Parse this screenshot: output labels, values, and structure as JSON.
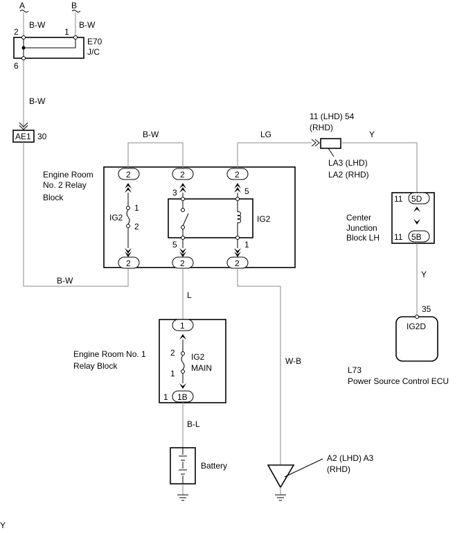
{
  "wires": {
    "a_label": "A",
    "b_label": "B",
    "bw_top_left": "B-W",
    "bw_top_right": "B-W",
    "bw_mid_left": "B-W",
    "bw_relay_top": "B-W",
    "bw_bottom_left": "B-W",
    "lg": "LG",
    "y_top": "Y",
    "y_right": "Y",
    "l": "L",
    "wb": "W-B",
    "bl": "B-L"
  },
  "jc": {
    "name": "E70",
    "sub": "J/C",
    "pin_left": "2",
    "pin_right": "1",
    "pin_bottom": "6"
  },
  "connector_ae1": {
    "label": "AE1",
    "pin": "30"
  },
  "relay2": {
    "title_line1": "Engine Room",
    "title_line2": "No. 2 Relay",
    "title_line3": "Block",
    "top_pins": [
      "2",
      "2",
      "2"
    ],
    "bottom_pins": [
      "2",
      "2",
      "2"
    ],
    "fuse_label": "IG2",
    "fuse_pin_top": "1",
    "fuse_pin_bottom": "2",
    "relay_label": "IG2",
    "relay_pin_tl": "3",
    "relay_pin_tr": "5",
    "relay_pin_bl": "5",
    "relay_pin_br": "1"
  },
  "connector_la3": {
    "top_line1": "11 (LHD) 54",
    "top_line2": "(RHD)",
    "label_line1": "LA3 (LHD)",
    "label_line2": "LA2 (RHD)"
  },
  "cjb": {
    "title_line1": "Center",
    "title_line2": "Junction",
    "title_line3": "Block  LH",
    "top_pin": "5D",
    "top_pin_num": "11",
    "bottom_pin": "5B",
    "bottom_pin_num": "11"
  },
  "ecu": {
    "pin_num": "35",
    "pin_label": "IG2D",
    "code": "L73",
    "name": "Power Source Control  ECU"
  },
  "relay1": {
    "title_line1": "Engine Room No. 1",
    "title_line2": "Relay Block",
    "top_pin": "1",
    "fuse_label_line1": "IG2",
    "fuse_label_line2": "MAIN",
    "fuse_pin_top": "2",
    "fuse_pin_bottom": "1",
    "bottom_pin": "1B",
    "bottom_pin_num": "1"
  },
  "battery": {
    "label": "Battery"
  },
  "ground": {
    "label_line1": "A2 (LHD) A3",
    "label_line2": "(RHD)"
  },
  "corner_mark": "Y"
}
